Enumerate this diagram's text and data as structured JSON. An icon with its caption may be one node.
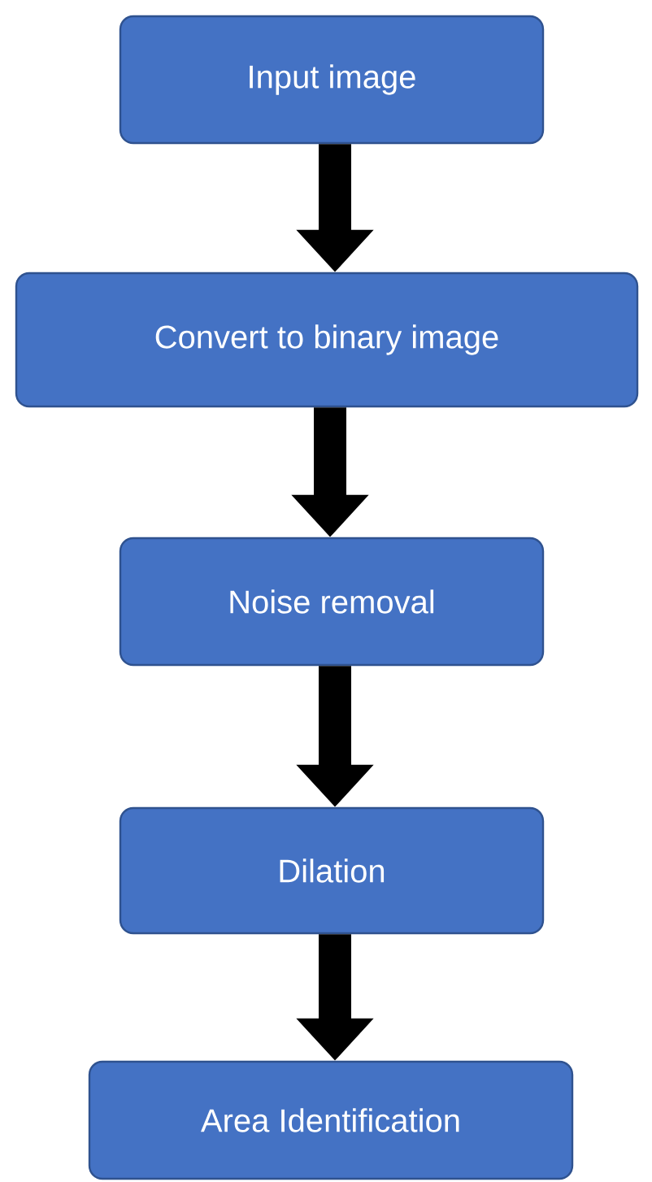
{
  "diagram": {
    "nodes": [
      {
        "text": [
          "Input image"
        ]
      },
      {
        "text": [
          "Convert to binary image"
        ]
      },
      {
        "text": [
          "Noise removal"
        ]
      },
      {
        "text": [
          "Dilation"
        ]
      },
      {
        "text": [
          "Area Identification"
        ]
      }
    ],
    "edges": [
      {
        "from": 0,
        "to": 1,
        "arrow": "to"
      },
      {
        "from": 1,
        "to": 2,
        "arrow": "to"
      },
      {
        "from": 2,
        "to": 3,
        "arrow": "to"
      },
      {
        "from": 3,
        "to": 4,
        "arrow": "to"
      }
    ]
  }
}
